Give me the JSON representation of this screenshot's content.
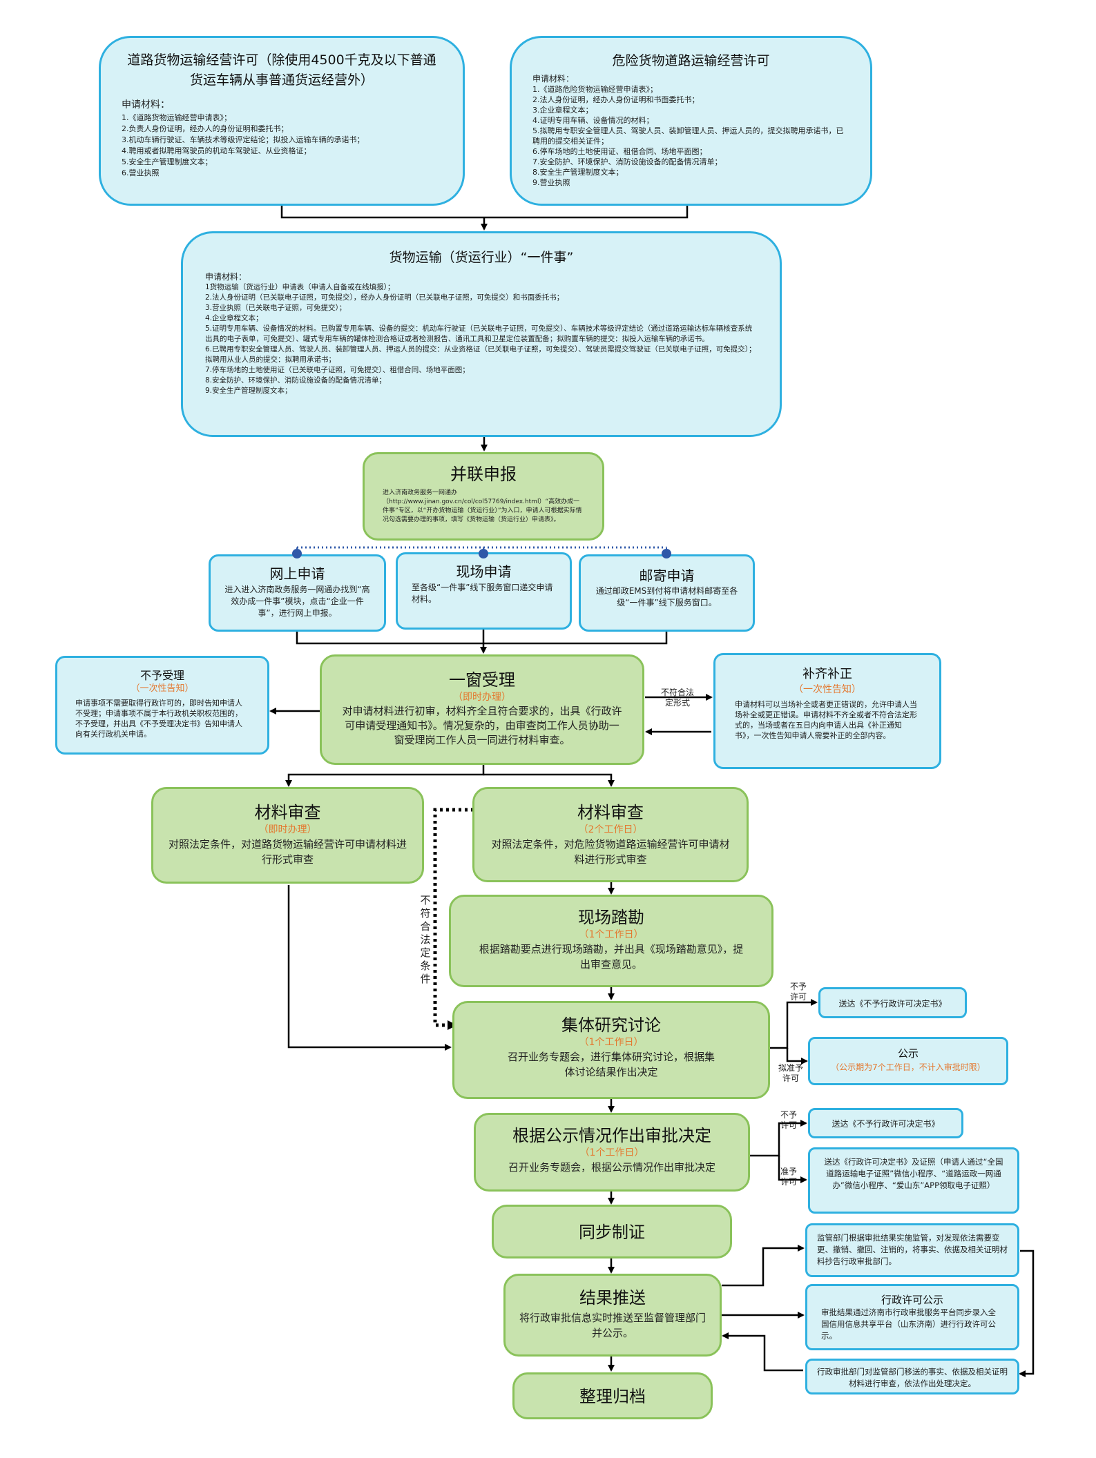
{
  "top_left": {
    "title": "道路货物运输经营许可（除使用4500千克及以下普通货运车辆从事普通货运经营外）",
    "sub": "申请材料：",
    "items": [
      "1.《道路货物运输经营申请表》；",
      "2.负责人身份证明，经办人的身份证明和委托书；",
      "3.机动车辆行驶证、车辆技术等级评定结论；拟投入运输车辆的承诺书；",
      "4.聘用或者拟聘用驾驶员的机动车驾驶证、从业资格证；",
      "5.安全生产管理制度文本；",
      "6.营业执照"
    ]
  },
  "top_right": {
    "title": "危险货物道路运输经营许可",
    "sub": "申请材料：",
    "items": [
      "1.《道路危险货物运输经营申请表》；",
      "2.法人身份证明，经办人身份证明和书面委托书；",
      "3.企业章程文本；",
      "4.证明专用车辆、设备情况的材料；",
      "5.拟聘用专职安全管理人员、驾驶人员、装卸管理人员、押运人员的，提交拟聘用承诺书，已聘用的提交相关证件；",
      "6.停车场地的土地使用证、租借合同、场地平面图；",
      "7.安全防护、环境保护、消防设施设备的配备情况清单；",
      "8.安全生产管理制度文本；",
      "9.营业执照"
    ]
  },
  "one_thing": {
    "title": "货物运输（货运行业）“一件事”",
    "sub": "申请材料：",
    "items": [
      "1货物运输（货运行业）申请表（申请人自备或在线填报）；",
      "2.法人身份证明（已关联电子证照，可免提交），经办人身份证明（已关联电子证照，可免提交）和书面委托书；",
      "3.营业执照（已关联电子证照，可免提交）；",
      "4.企业章程文本；",
      "5.证明专用车辆、设备情况的材料。已购置专用车辆、设备的提交：机动车行驶证（已关联电子证照，可免提交）、车辆技术等级评定结论（通过道路运输达标车辆核查系统出具的电子表单，可免提交）、罐式专用车辆的罐体检测合格证或者检测报告、通讯工具和卫星定位装置配备；拟购置车辆的提交：拟投入运输车辆的承诺书。",
      "6.已聘用专职安全管理人员、驾驶人员、装卸管理人员、押运人员的提交：从业资格证（已关联电子证照，可免提交）、驾驶员需提交驾驶证（已关联电子证照，可免提交）；拟聘用从业人员的提交：拟聘用承诺书；",
      "7.停车场地的土地使用证（已关联电子证照，可免提交）、租借合同、场地平面图；",
      "8.安全防护、环境保护、消防设施设备的配备情况清单；",
      "9.安全生产管理制度文本；"
    ]
  },
  "parallel": {
    "title": "并联申报",
    "desc": "进入济南政务服务一网通办（http://www.jinan.gov.cn/col/col57769/index.html）“高效办成一件事”专区，以“开办货物运输（货运行业）”为入口，申请人可根据实际情况勾选需要办理的事项，填写《货物运输（货运行业）申请表》。"
  },
  "online": {
    "title": "网上申请",
    "desc": "进入进入济南政务服务一网通办找到“高效办成一件事”模块，点击“企业一件事”，进行网上申报。"
  },
  "onsite": {
    "title": "现场申请",
    "desc": "至各级“一件事”线下服务窗口递交申请材料。"
  },
  "mail": {
    "title": "邮寄申请",
    "desc": "通过邮政EMS到付将申请材料邮寄至各级“一件事”线下服务窗口。"
  },
  "reject": {
    "title": "不予受理",
    "note": "（一次性告知）",
    "desc": "申请事项不需要取得行政许可的，即时告知申请人不受理；申请事项不属于本行政机关职权范围的，不予受理，并出具《不予受理决定书》告知申请人向有关行政机关申请。"
  },
  "window": {
    "title": "一窗受理",
    "note": "（即时办理）",
    "desc": "对申请材料进行初审，材料齐全且符合要求的，出具《行政许可申请受理通知书》。情况复杂的，由审查岗工作人员协助一窗受理岗工作人员一同进行材料审查。"
  },
  "supplement": {
    "title": "补齐补正",
    "note": "（一次性告知）",
    "desc": "申请材料可以当场补全或者更正错误的，允许申请人当场补全或更正错误。申请材料不齐全或者不符合法定形式的，当场或者在五日内向申请人出具《补正通知书》，一次性告知申请人需要补正的全部内容。"
  },
  "review_left": {
    "title": "材料审查",
    "note": "（即时办理）",
    "desc": "对照法定条件，对道路货物运输经营许可申请材料进行形式审查"
  },
  "review_right": {
    "title": "材料审查",
    "note": "（2个工作日）",
    "desc": "对照法定条件，对危险货物道路运输经营许可申请材料进行形式审查"
  },
  "survey": {
    "title": "现场踏勘",
    "note": "（1个工作日）",
    "desc": "根据踏勘要点进行现场踏勘，并出具《现场踏勘意见》，提出审查意见。"
  },
  "discuss": {
    "title": "集体研究讨论",
    "note": "（1个工作日）",
    "desc": "召开业务专题会，进行集体研究讨论，根据集体讨论结果作出决定"
  },
  "decide": {
    "title": "根据公示情况作出审批决定",
    "note": "（1个工作日）",
    "desc": "召开业务专题会，根据公示情况作出审批决定"
  },
  "cert": {
    "title": "同步制证"
  },
  "push": {
    "title": "结果推送",
    "desc": "将行政审批信息实时推送至监督管理部门并公示。"
  },
  "archive": {
    "title": "整理归档"
  },
  "no_permit_1": {
    "text": "送达《不予行政许可决定书》"
  },
  "publicity": {
    "title": "公示",
    "note": "（公示期为7个工作日，不计入审批时限）"
  },
  "no_permit_2": {
    "text": "送达《不予行政许可决定书》"
  },
  "permit": {
    "text": "送达《行政许可决定书》及证照（申请人通过“全国道路运输电子证照”微信小程序、“道路运政一网通办”微信小程序、“爱山东”APP领取电子证照）"
  },
  "supervise": {
    "text": "监管部门根据审批结果实施监管，对发现依法需要变更、撤销、撤回、注销的，将事实、依据及相关证明材料抄告行政审批部门。"
  },
  "public": {
    "title": "行政许可公示",
    "desc": "审批结果通过济南市行政审批服务平台同步录入全国信用信息共享平台（山东济南）进行行政许可公示。"
  },
  "feedback": {
    "text": "行政审批部门对监管部门移送的事实、依据及相关证明材料进行审查，依法作出处理决定。"
  },
  "labels": {
    "nonconform_form": "不符合法定形式",
    "nonconform_cond": "不符合法定条件",
    "no_permit_a": "不予许可",
    "permit_a": "拟准予许可",
    "no_permit_b": "不予许可",
    "permit_b": "准予许可"
  },
  "colors": {
    "blue_fill": "#d7f2f7",
    "blue_border": "#2eb0e0",
    "green_fill": "#c8e3ae",
    "green_border": "#8ac25a",
    "note_orange": "#e4782f",
    "dot": "#2f58a8"
  }
}
